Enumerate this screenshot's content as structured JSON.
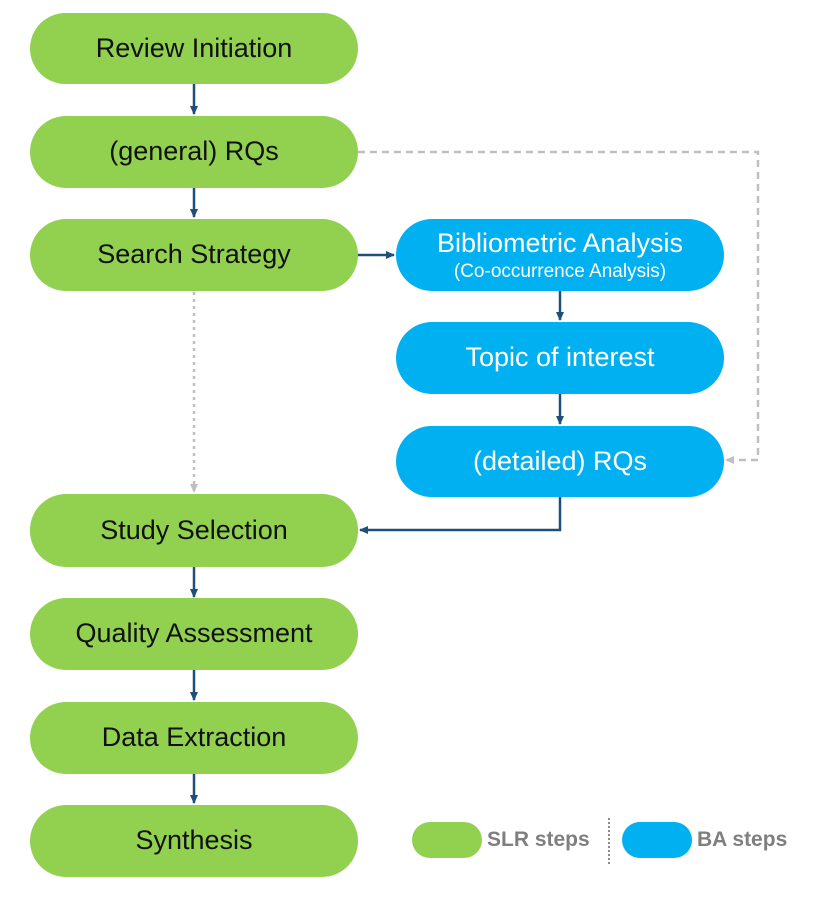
{
  "slr_steps": {
    "review_initiation": "Review Initiation",
    "general_rqs": "(general) RQs",
    "search_strategy": "Search Strategy",
    "study_selection": "Study Selection",
    "quality_assessment": "Quality Assessment",
    "data_extraction": "Data Extraction",
    "synthesis": "Synthesis"
  },
  "ba_steps": {
    "bibliometric_analysis": "Bibliometric Analysis",
    "bibliometric_analysis_sub": "(Co-occurrence Analysis)",
    "topic_of_interest": "Topic of interest",
    "detailed_rqs": "(detailed) RQs"
  },
  "legend": {
    "slr_label": "SLR steps",
    "ba_label": "BA steps"
  },
  "colors": {
    "slr_fill": "#92d050",
    "ba_fill": "#00b0f0",
    "arrow": "#1f4e79",
    "dashed": "#bfbfbf",
    "legend_text": "#7f7f7f"
  }
}
